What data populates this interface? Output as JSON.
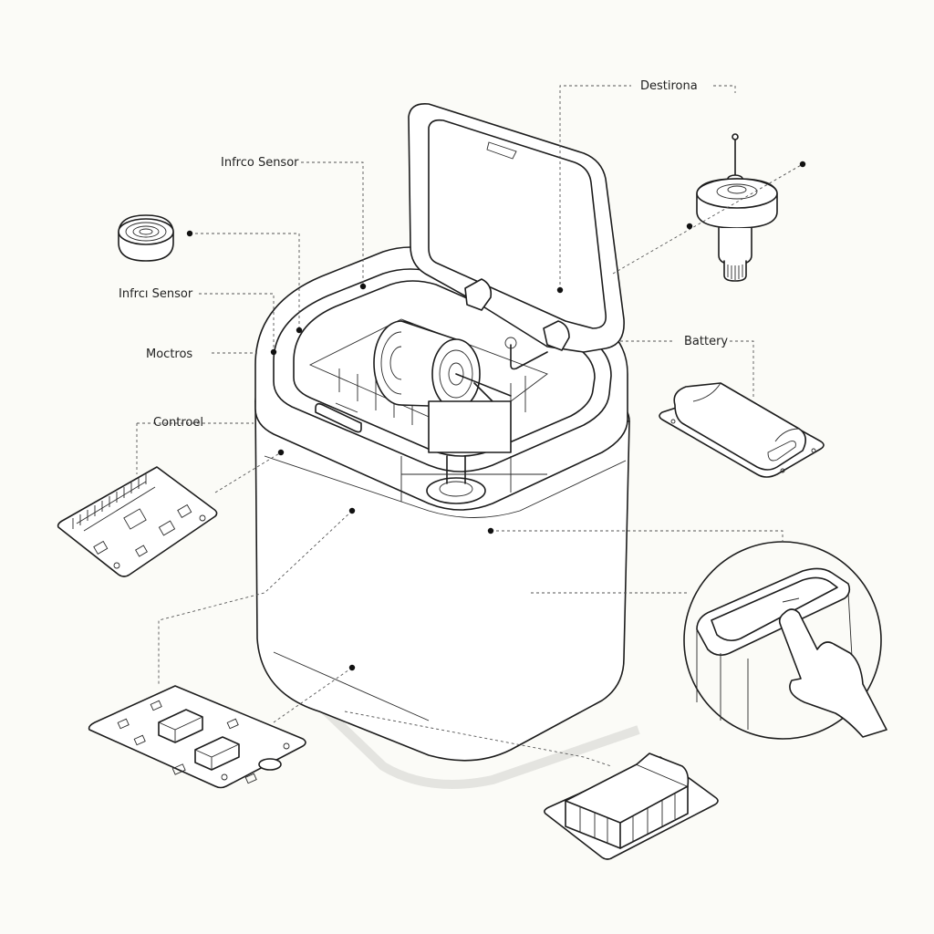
{
  "diagram": {
    "labels": {
      "infrared_sensor_top": "Infrco Sensor",
      "infrared_sensor_mid": "Infrcı Sensor",
      "motor": "Moctros",
      "control": "Controel",
      "destination": "Destirona",
      "battery": "Battery"
    }
  }
}
